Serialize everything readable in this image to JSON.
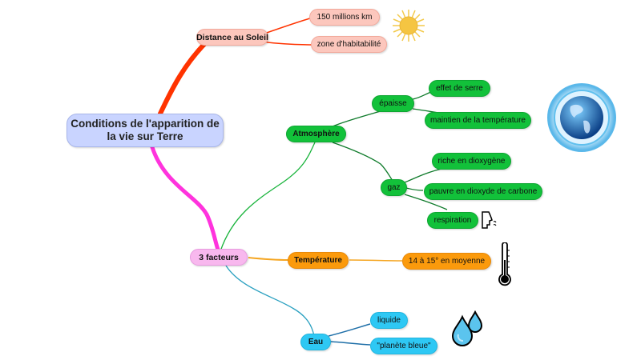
{
  "root": {
    "label": "Conditions de l'apparition de la vie sur Terre"
  },
  "branches": {
    "distance": {
      "label": "Distance au Soleil",
      "children": [
        "150 millions km",
        "zone d'habitabilité"
      ],
      "color": "#ff3300",
      "icon": "sun-icon"
    },
    "facteurs": {
      "label": "3 facteurs",
      "color": "#ff33dd",
      "atmosphere": {
        "label": "Atmosphère",
        "color": "#0e9a2e",
        "epaisse": {
          "label": "épaisse",
          "children": [
            "effet de serre",
            "maintien de la température"
          ]
        },
        "gaz": {
          "label": "gaz",
          "children": [
            "riche en dioxygène",
            "pauvre en dioxyde de carbone",
            "respiration"
          ]
        },
        "icons": [
          "earth-globe-icon",
          "breathing-face-icon"
        ]
      },
      "temperature": {
        "label": "Température",
        "color": "#f5a623",
        "children": [
          "14 à 15° en moyenne"
        ],
        "icon": "thermometer-icon"
      },
      "eau": {
        "label": "Eau",
        "color": "#2a8fb5",
        "children": [
          "liquide",
          "\"planète bleue\""
        ],
        "icon": "water-drops-icon"
      }
    }
  }
}
